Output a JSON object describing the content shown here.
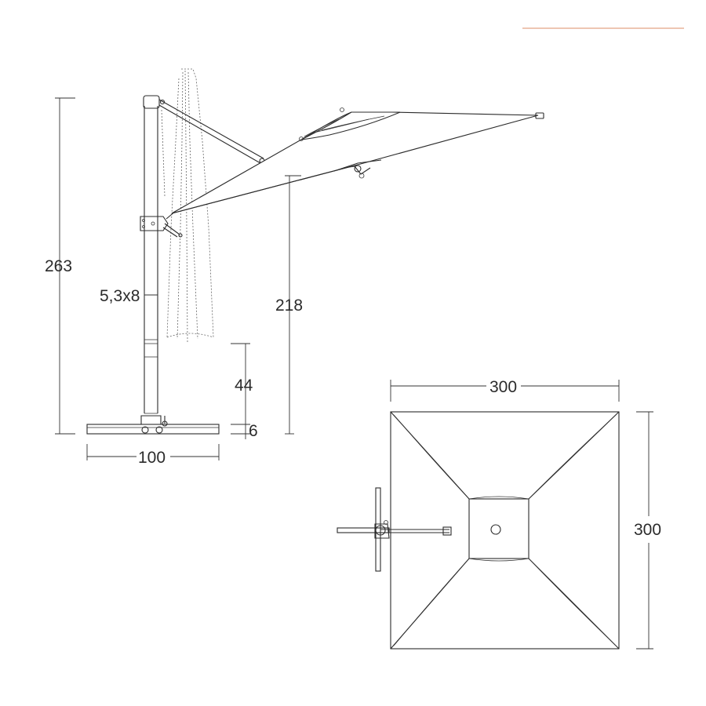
{
  "accent_color": "#e8b49a",
  "line_color": "#2b2b2b",
  "dimensions": {
    "total_height": "263",
    "pole_profile": "5,3x8",
    "canopy_clearance": "218",
    "base_upper": "44",
    "base_height": "6",
    "base_width": "100",
    "canopy_width": "300",
    "canopy_depth": "300"
  }
}
